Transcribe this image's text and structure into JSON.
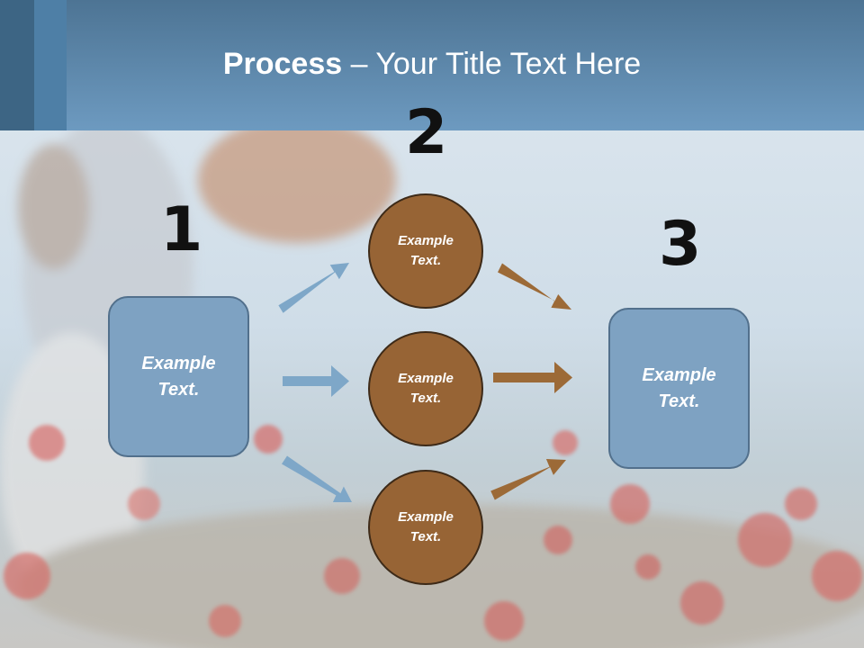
{
  "title": {
    "bold": "Process",
    "rest": " – Your Title Text Here"
  },
  "steps": [
    {
      "number": "1",
      "label": "Example\nText."
    },
    {
      "number": "2",
      "labels": [
        "Example\nText.",
        "Example\nText.",
        "Example\nText."
      ]
    },
    {
      "number": "3",
      "label": "Example\nText."
    }
  ],
  "colors": {
    "header": "#6d9ac0",
    "box_fill": "#7ea2c2",
    "circle_fill": "#976435",
    "arrow_blue": "#7ea7c8",
    "arrow_brown": "#9c6a37"
  }
}
